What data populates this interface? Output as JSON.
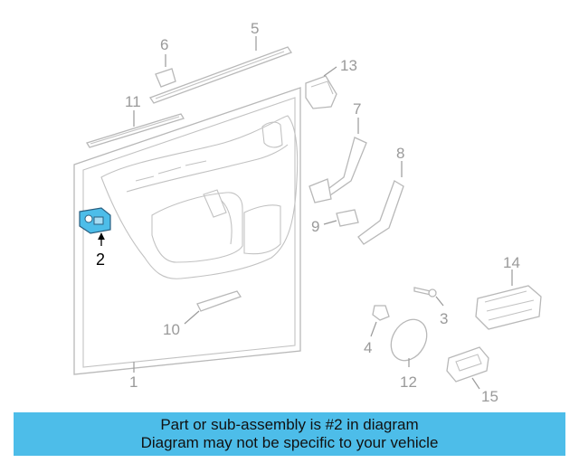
{
  "callouts": {
    "c1": "1",
    "c2": "2",
    "c3": "3",
    "c4": "4",
    "c5": "5",
    "c6": "6",
    "c7": "7",
    "c8": "8",
    "c9": "9",
    "c10": "10",
    "c11": "11",
    "c12": "12",
    "c13": "13",
    "c14": "14",
    "c15": "15"
  },
  "highlight_color": "#4dbde9",
  "banner": {
    "line1": "Part or sub-assembly is #2 in diagram",
    "line2": "Diagram may not be specific to your vehicle"
  }
}
